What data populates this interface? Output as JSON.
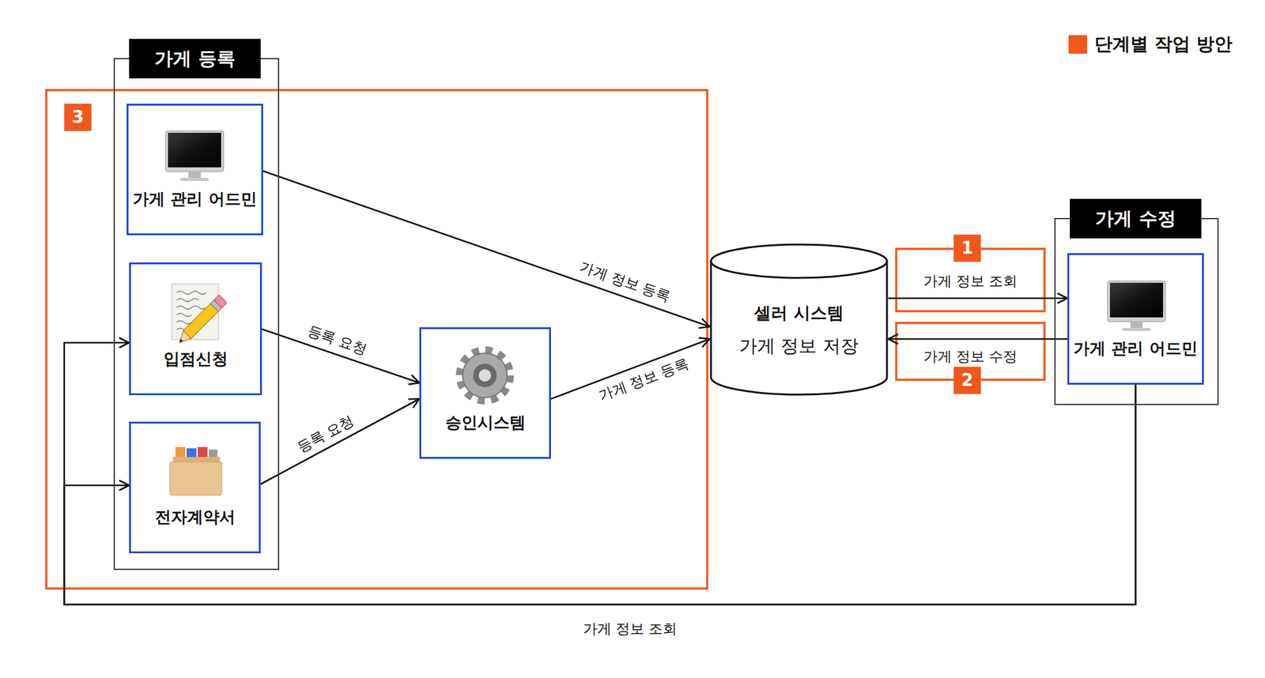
{
  "diagram": {
    "nodes": [
      {
        "text": [
          "가게 등록"
        ]
      },
      {
        "text": [
          "가게 관리 어드민"
        ],
        "in": 0
      },
      {
        "text": [
          "입점신청"
        ],
        "in": 0
      },
      {
        "text": [
          "전자계약서"
        ],
        "in": 0
      },
      {
        "text": [
          "승인시스템"
        ]
      },
      {
        "text": [
          "셀러 시스템",
          "가게 정보 저장"
        ]
      },
      {
        "text": [
          "가게 수정"
        ]
      },
      {
        "text": [
          "가게 관리 어드민"
        ],
        "in": 6
      }
    ],
    "edges": [
      {
        "from": 1,
        "to": 5,
        "label": "가게 정보 등록",
        "arrow": "to"
      },
      {
        "from": 2,
        "to": 4,
        "label": "등록 요청",
        "arrow": "to"
      },
      {
        "from": 3,
        "to": 4,
        "label": "등록 요청",
        "arrow": "to"
      },
      {
        "from": 4,
        "to": 5,
        "label": "가게 정보 등록",
        "arrow": "to"
      },
      {
        "from": 5,
        "to": 7,
        "label": "가게 정보 조회",
        "arrow": "to"
      },
      {
        "from": 7,
        "to": 5,
        "label": "가게 정보 수정",
        "arrow": "to"
      },
      {
        "from": 7,
        "to": 2,
        "arrow": "to"
      },
      {
        "from": 7,
        "to": 3,
        "label": "가게 정보 조회",
        "arrow": "to"
      }
    ],
    "labels": [
      "3",
      "1",
      "2"
    ],
    "legend": [
      {
        "text": "단계별 작업 방안",
        "color": "#f2571c"
      }
    ]
  }
}
